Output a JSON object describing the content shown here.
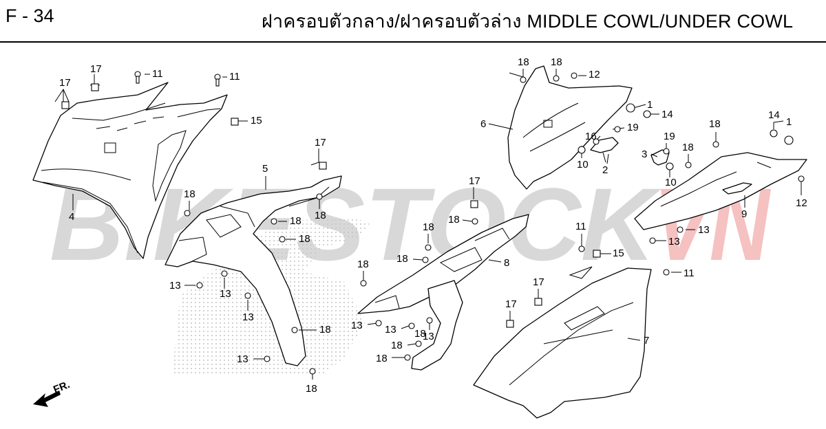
{
  "header": {
    "page_code": "F - 34",
    "title": "ฝาครอบตัวกลาง/ฝาครอบตัวล่าง  MIDDLE COWL/UNDER COWL"
  },
  "watermark": {
    "text_main": "BIKESTOCK",
    "text_accent": "VN",
    "main_color": "#c8c8c8",
    "accent_color": "#f2a8a8"
  },
  "front_arrow": {
    "label": "FR."
  },
  "callouts": {
    "c1": "1",
    "c2": "1",
    "c3": "2",
    "c4": "3",
    "c5": "4",
    "c6": "5",
    "c7": "6",
    "c8": "7",
    "c9": "8",
    "c10": "9",
    "c11": "10",
    "c12": "10",
    "c13": "11",
    "c14": "11",
    "c15": "11",
    "c16": "11",
    "c17": "12",
    "c18": "12",
    "c19": "13",
    "c20": "13",
    "c21": "13",
    "c22": "13",
    "c23": "13",
    "c24": "13",
    "c25": "13",
    "c26": "13",
    "c27": "13",
    "c28": "14",
    "c29": "14",
    "c30": "15",
    "c31": "15",
    "c32": "16",
    "c33": "17",
    "c34": "17",
    "c35": "17",
    "c36": "17",
    "c37": "17",
    "c38": "17",
    "c39": "18",
    "c40": "18",
    "c41": "18",
    "c42": "18",
    "c43": "18",
    "c44": "18",
    "c45": "18",
    "c46": "18",
    "c47": "18",
    "c48": "18",
    "c49": "18",
    "c50": "18",
    "c51": "18",
    "c52": "18",
    "c53": "18",
    "c54": "18",
    "c55": "18",
    "c56": "19",
    "c57": "19"
  }
}
